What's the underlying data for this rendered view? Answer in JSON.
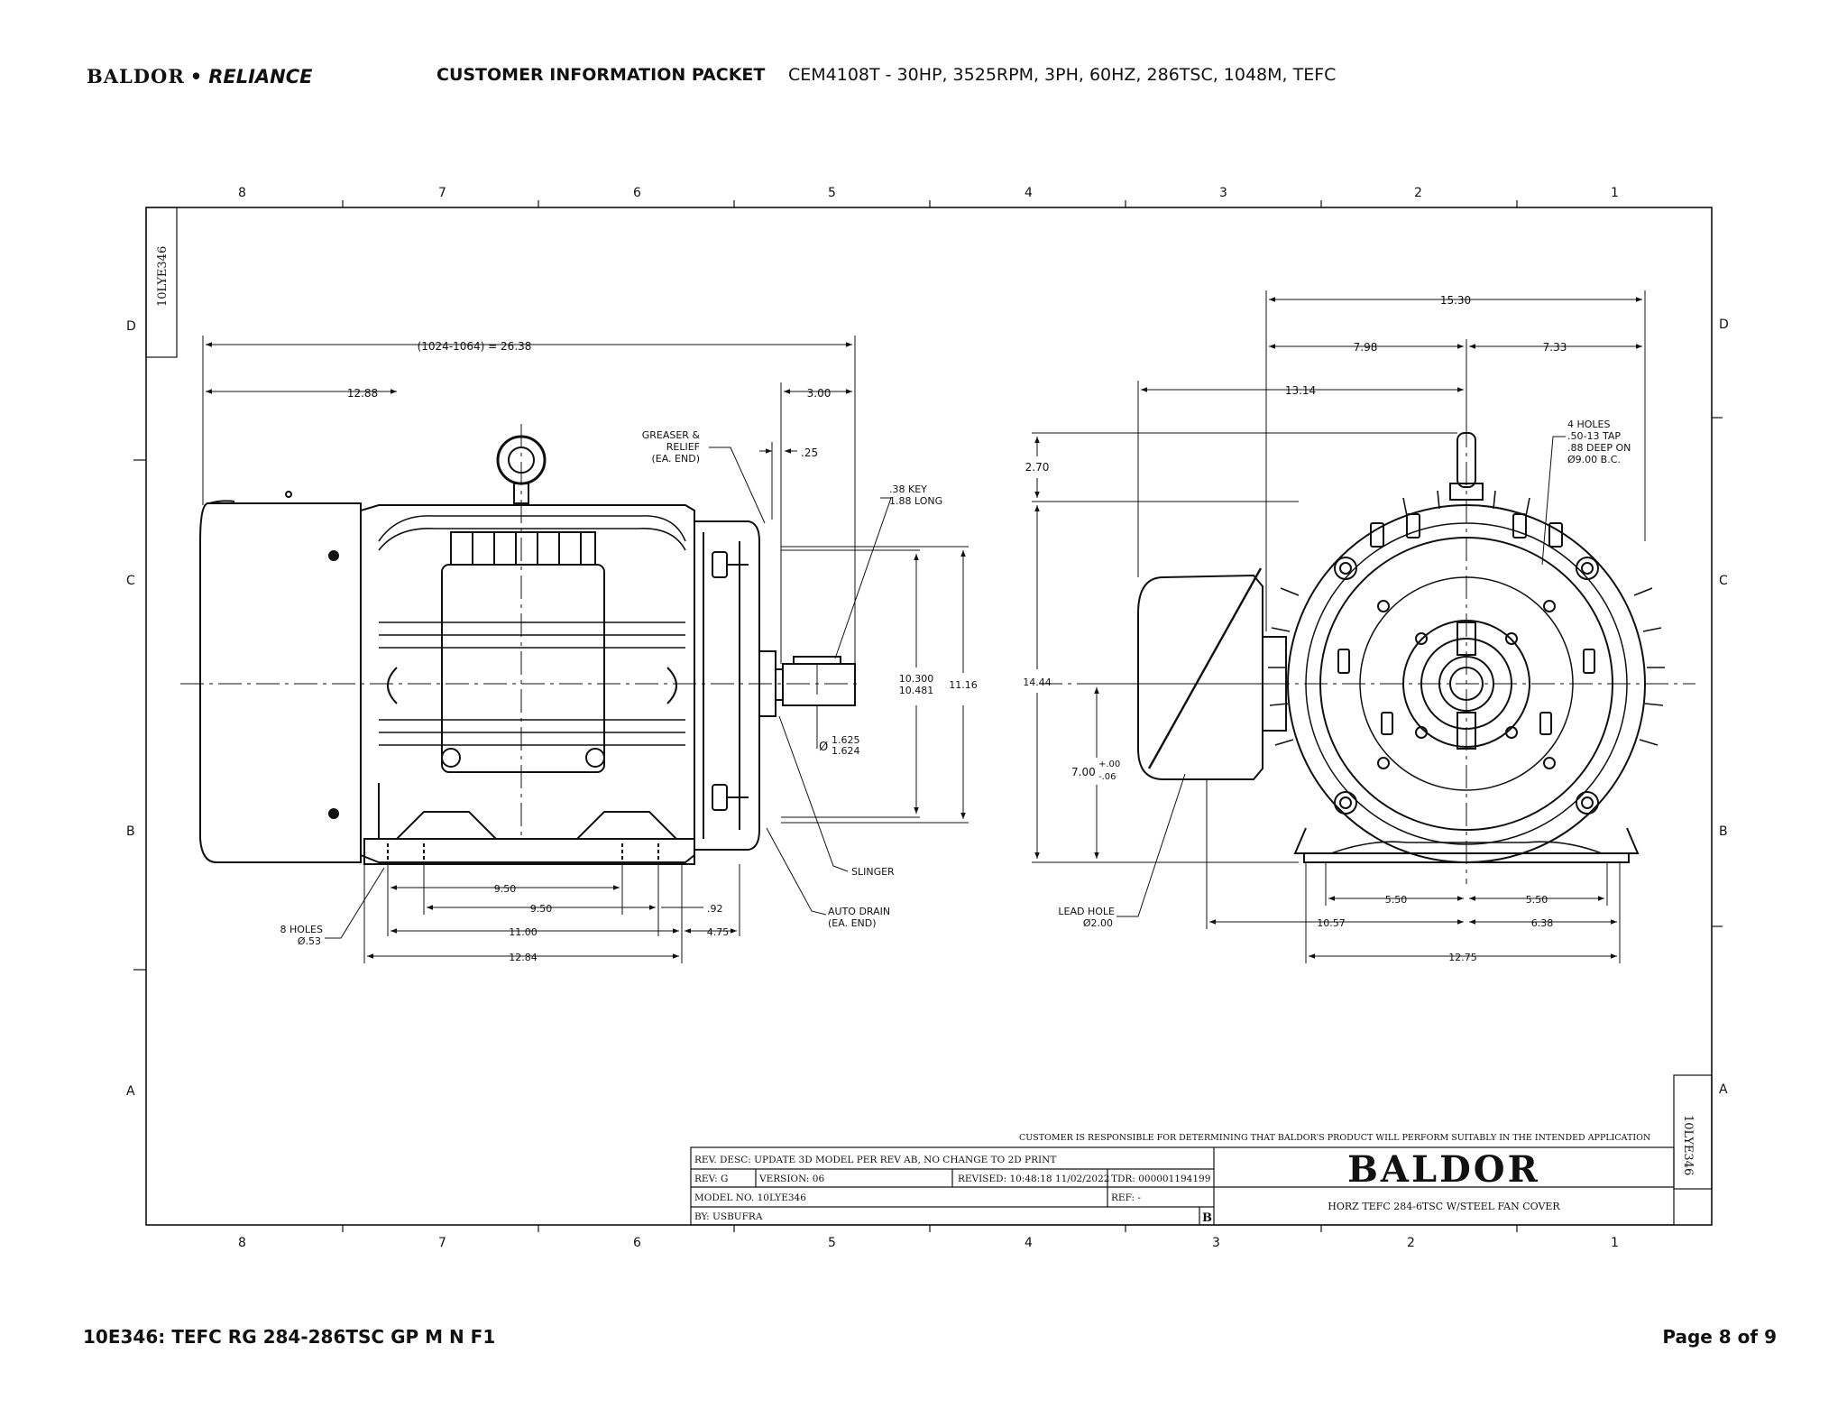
{
  "header": {
    "brand_left": "BALDOR",
    "brand_sep": "•",
    "brand_right": "RELIANCE",
    "title": "CUSTOMER INFORMATION PACKET",
    "model": "CEM4108T - 30HP, 3525RPM, 3PH, 60HZ, 286TSC, 1048M, TEFC"
  },
  "frame": {
    "zones_top": [
      "8",
      "7",
      "6",
      "5",
      "4",
      "3",
      "2",
      "1"
    ],
    "zones_bottom": [
      "8",
      "7",
      "6",
      "5",
      "4",
      "3",
      "2",
      "1"
    ],
    "rows_left": [
      "D",
      "C",
      "B",
      "A"
    ],
    "rows_right": [
      "D",
      "C",
      "B",
      "A"
    ],
    "drawing_id": "10LYE346"
  },
  "side_view": {
    "overall": "(1024-1064) = 26.38",
    "dim_12_88": "12.88",
    "dim_3_00": "3.00",
    "dim_25": ".25",
    "greaser": [
      "GREASER &",
      "RELIEF",
      "(EA. END)"
    ],
    "key": [
      ".38 KEY",
      "1.88 LONG"
    ],
    "shaft_d_top": "10.300",
    "shaft_d_bot": "10.481",
    "height_11_16": "11.16",
    "shaft_dia_label": "Ø",
    "shaft_dia_top": "1.625",
    "shaft_dia_bot": "1.624",
    "slinger": "SLINGER",
    "auto_drain": [
      "AUTO DRAIN",
      "(EA. END)"
    ],
    "holes": [
      "8 HOLES",
      "Ø.53"
    ],
    "dim_9_50_a": "9.50",
    "dim_9_50_b": "9.50",
    "dim_92": ".92",
    "dim_11_00": "11.00",
    "dim_4_75": "4.75",
    "dim_12_84": "12.84"
  },
  "end_view": {
    "dim_15_30": "15.30",
    "dim_7_98": "7.98",
    "dim_7_33": "7.33",
    "dim_13_14": "13.14",
    "dim_2_70": "2.70",
    "tap_note": [
      "4 HOLES",
      ".50-13 TAP",
      ".88 DEEP ON",
      "Ø9.00 B.C."
    ],
    "dim_14_44": "14.44",
    "dim_7_00": "7.00",
    "tol_plus": "+.00",
    "tol_minus": "-.06",
    "lead_hole": [
      "LEAD HOLE",
      "Ø2.00"
    ],
    "dim_5_50_a": "5.50",
    "dim_5_50_b": "5.50",
    "dim_10_57": "10.57",
    "dim_6_38": "6.38",
    "dim_12_75": "12.75"
  },
  "title_block": {
    "disclaimer": "CUSTOMER IS RESPONSIBLE FOR DETERMINING THAT BALDOR'S PRODUCT WILL PERFORM SUITABLY IN THE INTENDED APPLICATION",
    "rev_desc": "REV. DESC: UPDATE 3D MODEL PER REV AB, NO CHANGE TO 2D PRINT",
    "rev": "REV:  G",
    "version": "VERSION:  06",
    "revised": "REVISED:  10:48:18 11/02/2022",
    "tdr": "TDR:  000001194199",
    "model_no": "MODEL NO.  10LYE346",
    "ref": "REF:  -",
    "by": "BY: USBUFRA",
    "size": "B",
    "logo": "BALDOR",
    "description": "HORZ TEFC 284-6TSC W/STEEL FAN COVER"
  },
  "footer": {
    "left": "10E346: TEFC RG 284-286TSC GP M N F1",
    "right": "Page 8 of 9"
  }
}
